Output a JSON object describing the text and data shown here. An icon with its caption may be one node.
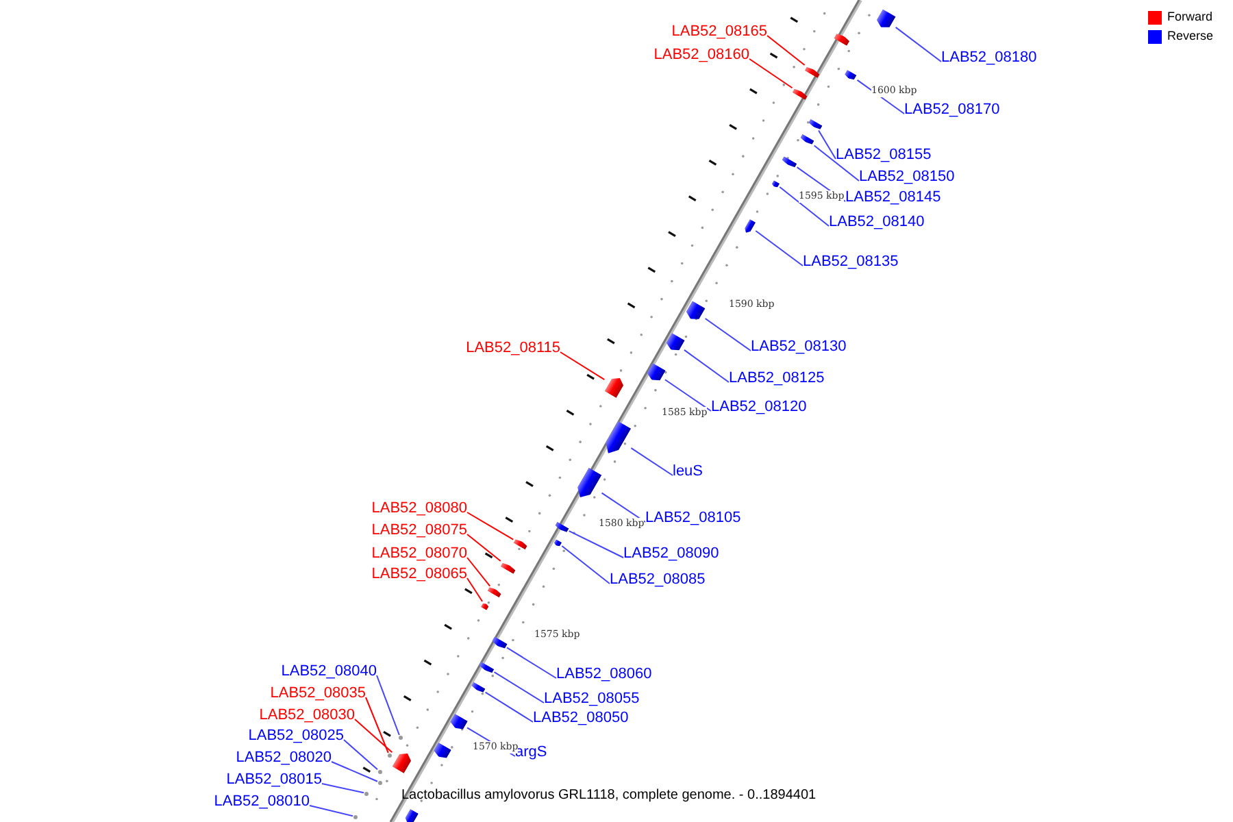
{
  "diagram": {
    "caption": "Lactobacillus amylovorus GRL1118, complete genome. - 0..1894401",
    "nodes": [
      {
        "text": [
          "LAB52_08180"
        ]
      },
      {
        "text": [
          "LAB52_08165"
        ]
      },
      {
        "text": [
          "LAB52_08160"
        ]
      },
      {
        "text": [
          "LAB52_08170"
        ]
      },
      {
        "text": [
          "LAB52_08155"
        ]
      },
      {
        "text": [
          "LAB52_08150"
        ]
      },
      {
        "text": [
          "LAB52_08145"
        ]
      },
      {
        "text": [
          "LAB52_08140"
        ]
      },
      {
        "text": [
          "LAB52_08135"
        ]
      },
      {
        "text": [
          "LAB52_08130"
        ]
      },
      {
        "text": [
          "LAB52_08125"
        ]
      },
      {
        "text": [
          "LAB52_08120"
        ]
      },
      {
        "text": [
          "LAB52_08115"
        ]
      },
      {
        "text": [
          "leuS"
        ]
      },
      {
        "text": [
          "LAB52_08105"
        ]
      },
      {
        "text": [
          "LAB52_08090"
        ]
      },
      {
        "text": [
          "LAB52_08085"
        ]
      },
      {
        "text": [
          "LAB52_08080"
        ]
      },
      {
        "text": [
          "LAB52_08075"
        ]
      },
      {
        "text": [
          "LAB52_08070"
        ]
      },
      {
        "text": [
          "LAB52_08065"
        ]
      },
      {
        "text": [
          "LAB52_08060"
        ]
      },
      {
        "text": [
          "LAB52_08055"
        ]
      },
      {
        "text": [
          "LAB52_08050"
        ]
      },
      {
        "text": [
          "argS"
        ]
      },
      {
        "text": [
          "LAB52_08040"
        ]
      },
      {
        "text": [
          "LAB52_08035"
        ]
      },
      {
        "text": [
          "LAB52_08030"
        ]
      },
      {
        "text": [
          "LAB52_08025"
        ]
      },
      {
        "text": [
          "LAB52_08020"
        ]
      },
      {
        "text": [
          "LAB52_08015"
        ]
      },
      {
        "text": [
          "LAB52_08010"
        ]
      },
      {
        "text": [],
        "shape": "box"
      },
      {
        "text": [],
        "shape": "box"
      },
      {
        "text": [],
        "shape": "box"
      },
      {
        "text": [],
        "shape": "box"
      },
      {
        "text": [],
        "shape": "box"
      },
      {
        "text": [],
        "shape": "box"
      },
      {
        "text": [],
        "shape": "box"
      },
      {
        "text": [],
        "shape": "box"
      },
      {
        "text": [],
        "shape": "box"
      },
      {
        "text": [],
        "shape": "box"
      },
      {
        "text": [],
        "shape": "box"
      },
      {
        "text": [],
        "shape": "box"
      },
      {
        "text": [],
        "shape": "box"
      },
      {
        "text": [],
        "shape": "box"
      },
      {
        "text": [],
        "shape": "box"
      },
      {
        "text": [],
        "shape": "box"
      },
      {
        "text": [],
        "shape": "box"
      },
      {
        "text": [],
        "shape": "box"
      },
      {
        "text": [],
        "shape": "box"
      },
      {
        "text": [],
        "shape": "box"
      },
      {
        "text": [],
        "shape": "box"
      },
      {
        "text": [],
        "shape": "box"
      },
      {
        "text": [],
        "shape": "box"
      },
      {
        "text": [],
        "shape": "box"
      },
      {
        "text": [],
        "shape": "box"
      },
      {
        "text": [],
        "shape": "box"
      },
      {
        "text": [],
        "shape": "box"
      },
      {
        "text": [],
        "shape": "box"
      },
      {
        "text": [],
        "shape": "box"
      },
      {
        "text": [],
        "shape": "box"
      },
      {
        "text": [],
        "shape": "box"
      },
      {
        "text": [],
        "shape": "box"
      },
      {
        "text": [],
        "shape": "box"
      },
      {
        "text": [],
        "shape": "box"
      },
      {
        "text": [],
        "shape": "box"
      }
    ],
    "edges": [
      {
        "from": 0,
        "to": 32,
        "arrow": "none"
      },
      {
        "from": 1,
        "to": 33,
        "arrow": "none",
        "color": "#ff0000"
      },
      {
        "from": 2,
        "to": 34,
        "arrow": "none",
        "color": "#ff0000"
      },
      {
        "from": 3,
        "to": 35,
        "arrow": "none"
      },
      {
        "from": 4,
        "to": 36,
        "arrow": "none"
      },
      {
        "from": 5,
        "to": 37,
        "arrow": "none"
      },
      {
        "from": 6,
        "to": 38,
        "arrow": "none"
      },
      {
        "from": 7,
        "to": 39,
        "arrow": "none"
      },
      {
        "from": 8,
        "to": 40,
        "arrow": "none"
      },
      {
        "from": 9,
        "to": 41,
        "arrow": "none"
      },
      {
        "from": 10,
        "to": 42,
        "arrow": "none"
      },
      {
        "from": 11,
        "to": 43,
        "arrow": "none"
      },
      {
        "from": 12,
        "to": 44,
        "arrow": "none",
        "color": "#ff0000"
      },
      {
        "from": 13,
        "to": 45,
        "arrow": "none"
      },
      {
        "from": 14,
        "to": 46,
        "arrow": "none"
      },
      {
        "from": 15,
        "to": 47,
        "arrow": "none"
      },
      {
        "from": 16,
        "to": 48,
        "arrow": "none"
      },
      {
        "from": 17,
        "to": 49,
        "arrow": "none",
        "color": "#ff0000"
      },
      {
        "from": 18,
        "to": 50,
        "arrow": "none",
        "color": "#ff0000"
      },
      {
        "from": 19,
        "to": 51,
        "arrow": "none",
        "color": "#ff0000"
      },
      {
        "from": 20,
        "to": 52,
        "arrow": "none",
        "color": "#ff0000"
      },
      {
        "from": 21,
        "to": 53,
        "arrow": "none"
      },
      {
        "from": 22,
        "to": 54,
        "arrow": "none"
      },
      {
        "from": 23,
        "to": 55,
        "arrow": "none"
      },
      {
        "from": 24,
        "to": 56,
        "arrow": "none"
      },
      {
        "from": 25,
        "to": 57,
        "arrow": "none"
      },
      {
        "from": 26,
        "to": 58,
        "arrow": "none",
        "color": "#ff0000"
      },
      {
        "from": 27,
        "to": 59,
        "arrow": "none",
        "color": "#ff0000"
      },
      {
        "from": 28,
        "to": 60,
        "arrow": "none"
      },
      {
        "from": 29,
        "to": 61,
        "arrow": "none"
      },
      {
        "from": 30,
        "to": 62,
        "arrow": "none"
      },
      {
        "from": 31,
        "to": 63,
        "arrow": "none"
      }
    ],
    "labels": [
      "1600 kbp",
      "1595 kbp",
      "1590 kbp",
      "1585 kbp",
      "1580 kbp",
      "1575 kbp",
      "1570 kbp"
    ],
    "legend": [
      {
        "text": "Forward",
        "color": "#ff0000"
      },
      {
        "text": "Reverse",
        "color": "#0000ff"
      }
    ]
  }
}
